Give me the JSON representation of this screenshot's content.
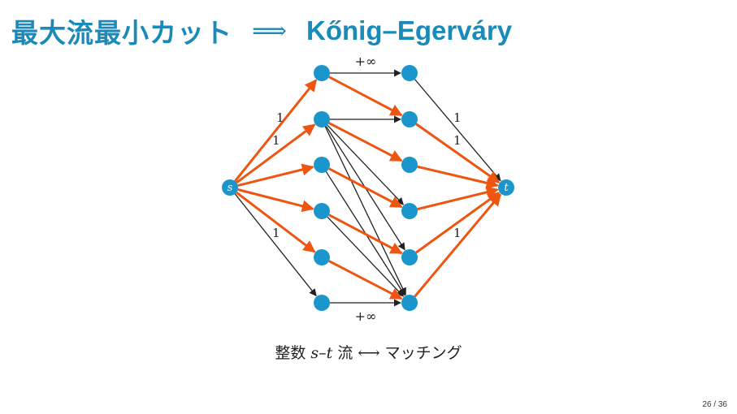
{
  "title": {
    "left": "最大流最小カット",
    "arrow": "⟹",
    "right": "Kőnig–Egerváry"
  },
  "colors": {
    "node": "#1b96cc",
    "flow": "#ee5511",
    "edge": "#222222",
    "title": "#1a8ab8"
  },
  "graph": {
    "source_label": "s",
    "sink_label": "t",
    "edge_labels": {
      "top": "+∞",
      "bottom": "+∞",
      "s_left_upper": "1",
      "s_left_mid": "1",
      "s_left_lower": "1",
      "t_right_upper": "1",
      "t_right_mid": "1",
      "t_right_lower": "1"
    },
    "edges": [
      {
        "from": "s",
        "to": "L1",
        "flow": true
      },
      {
        "from": "s",
        "to": "L2",
        "flow": true
      },
      {
        "from": "s",
        "to": "L3",
        "flow": true
      },
      {
        "from": "s",
        "to": "L4",
        "flow": true
      },
      {
        "from": "s",
        "to": "L5",
        "flow": true
      },
      {
        "from": "s",
        "to": "L6",
        "flow": false
      },
      {
        "from": "L1",
        "to": "R1",
        "flow": false
      },
      {
        "from": "L1",
        "to": "R2",
        "flow": true
      },
      {
        "from": "L2",
        "to": "R2",
        "flow": false
      },
      {
        "from": "L2",
        "to": "R3",
        "flow": true
      },
      {
        "from": "L2",
        "to": "R4",
        "flow": false
      },
      {
        "from": "L2",
        "to": "R5",
        "flow": false
      },
      {
        "from": "L2",
        "to": "R6",
        "flow": false
      },
      {
        "from": "L3",
        "to": "R4",
        "flow": true
      },
      {
        "from": "L3",
        "to": "R6",
        "flow": false
      },
      {
        "from": "L4",
        "to": "R5",
        "flow": true
      },
      {
        "from": "L4",
        "to": "R6",
        "flow": false
      },
      {
        "from": "L5",
        "to": "R6",
        "flow": true
      },
      {
        "from": "L6",
        "to": "R6",
        "flow": false
      },
      {
        "from": "R1",
        "to": "t",
        "flow": false
      },
      {
        "from": "R2",
        "to": "t",
        "flow": true
      },
      {
        "from": "R3",
        "to": "t",
        "flow": true
      },
      {
        "from": "R4",
        "to": "t",
        "flow": true
      },
      {
        "from": "R5",
        "to": "t",
        "flow": true
      },
      {
        "from": "R6",
        "to": "t",
        "flow": true
      }
    ]
  },
  "caption": {
    "prefix": "整数 ",
    "math": "s–t",
    "middle": " 流 ⟷ ",
    "suffix": "マッチング"
  },
  "page": {
    "number": "26 / 36"
  }
}
